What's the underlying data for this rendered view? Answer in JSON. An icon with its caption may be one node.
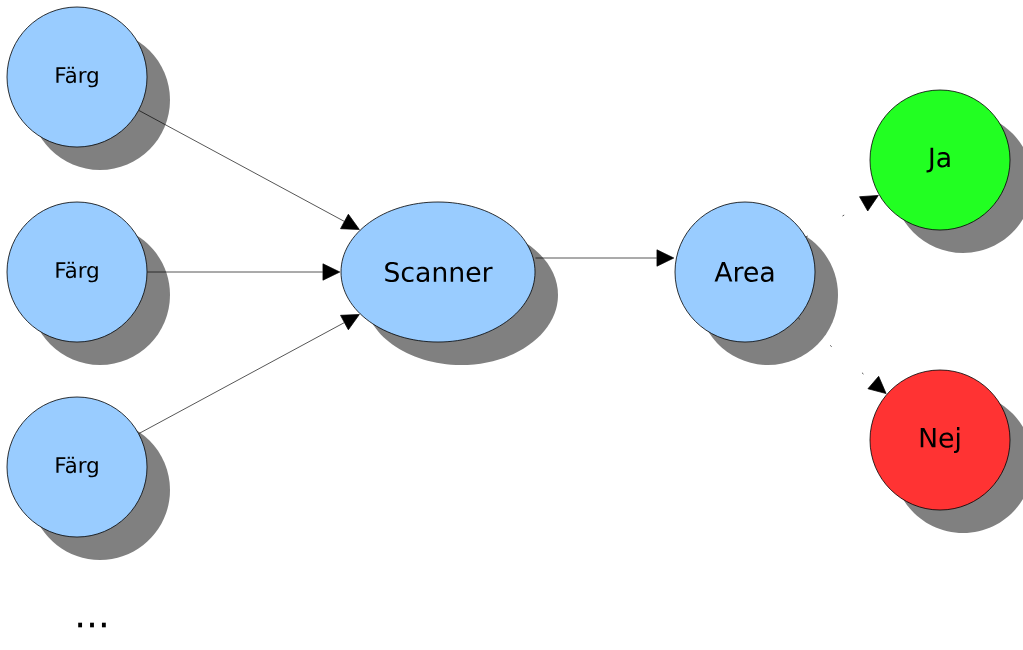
{
  "diagram": {
    "nodes": [
      {
        "text": [
          "Färg"
        ]
      },
      {
        "text": [
          "Färg"
        ]
      },
      {
        "text": [
          "Färg"
        ]
      },
      {
        "text": [
          "Scanner"
        ]
      },
      {
        "text": [
          "Area"
        ]
      },
      {
        "text": [
          "Ja"
        ]
      },
      {
        "text": [
          "Nej"
        ]
      }
    ],
    "edges": [
      {
        "from": 0,
        "to": 3,
        "arrow": "to"
      },
      {
        "from": 1,
        "to": 3,
        "arrow": "to"
      },
      {
        "from": 2,
        "to": 3,
        "arrow": "to"
      },
      {
        "from": 3,
        "to": 4,
        "arrow": "to"
      },
      {
        "from": 4,
        "to": 5,
        "arrow": "to",
        "style": "dashed"
      },
      {
        "from": 4,
        "to": 6,
        "arrow": "to",
        "style": "dashed"
      }
    ],
    "labels": [
      "..."
    ]
  }
}
